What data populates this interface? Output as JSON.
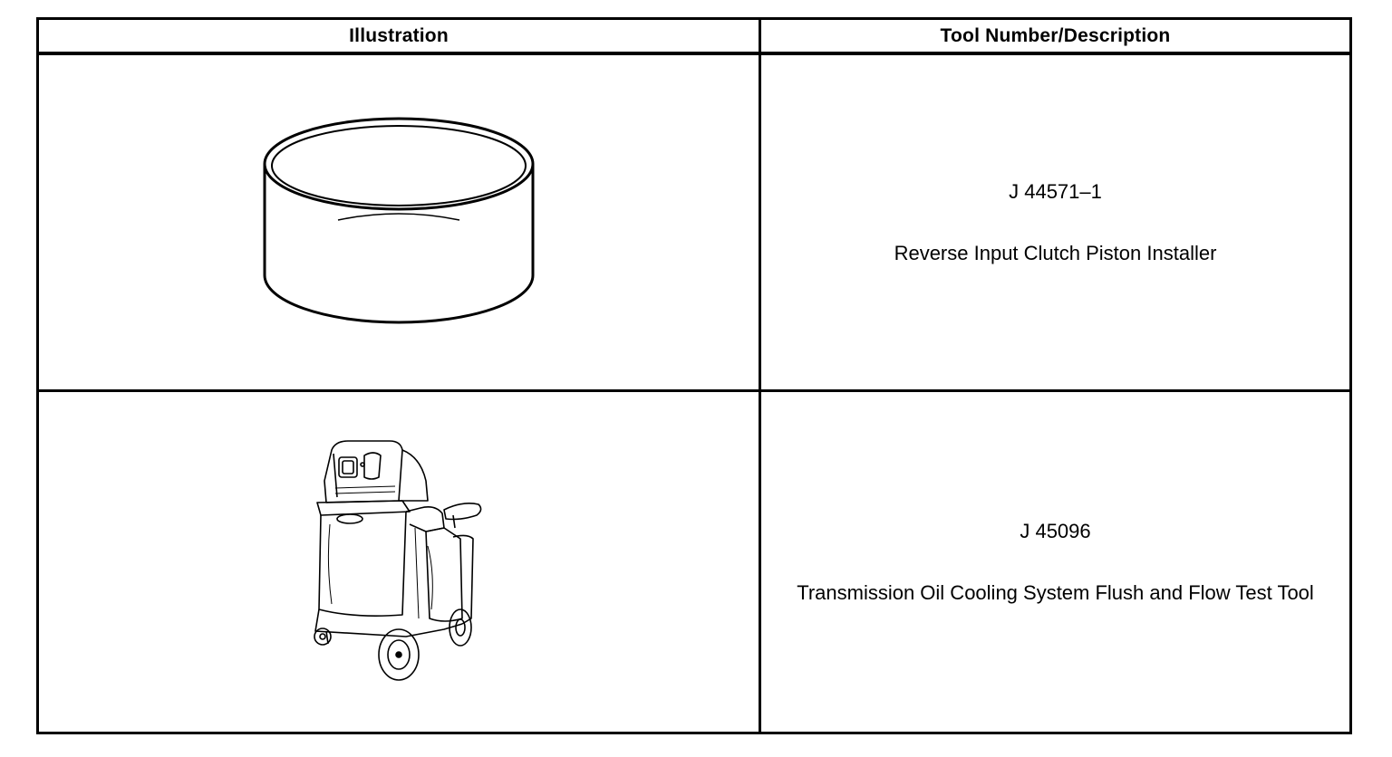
{
  "table": {
    "headers": {
      "illustration": "Illustration",
      "tool": "Tool Number/Description"
    },
    "rows": [
      {
        "tool_number": "J 44571–1",
        "description": "Reverse Input Clutch Piston Installer",
        "illustration_icon": "piston-installer-ring-icon"
      },
      {
        "tool_number": "J 45096",
        "description": "Transmission Oil Cooling System Flush and Flow Test Tool",
        "illustration_icon": "flush-flow-test-cart-icon"
      }
    ]
  }
}
